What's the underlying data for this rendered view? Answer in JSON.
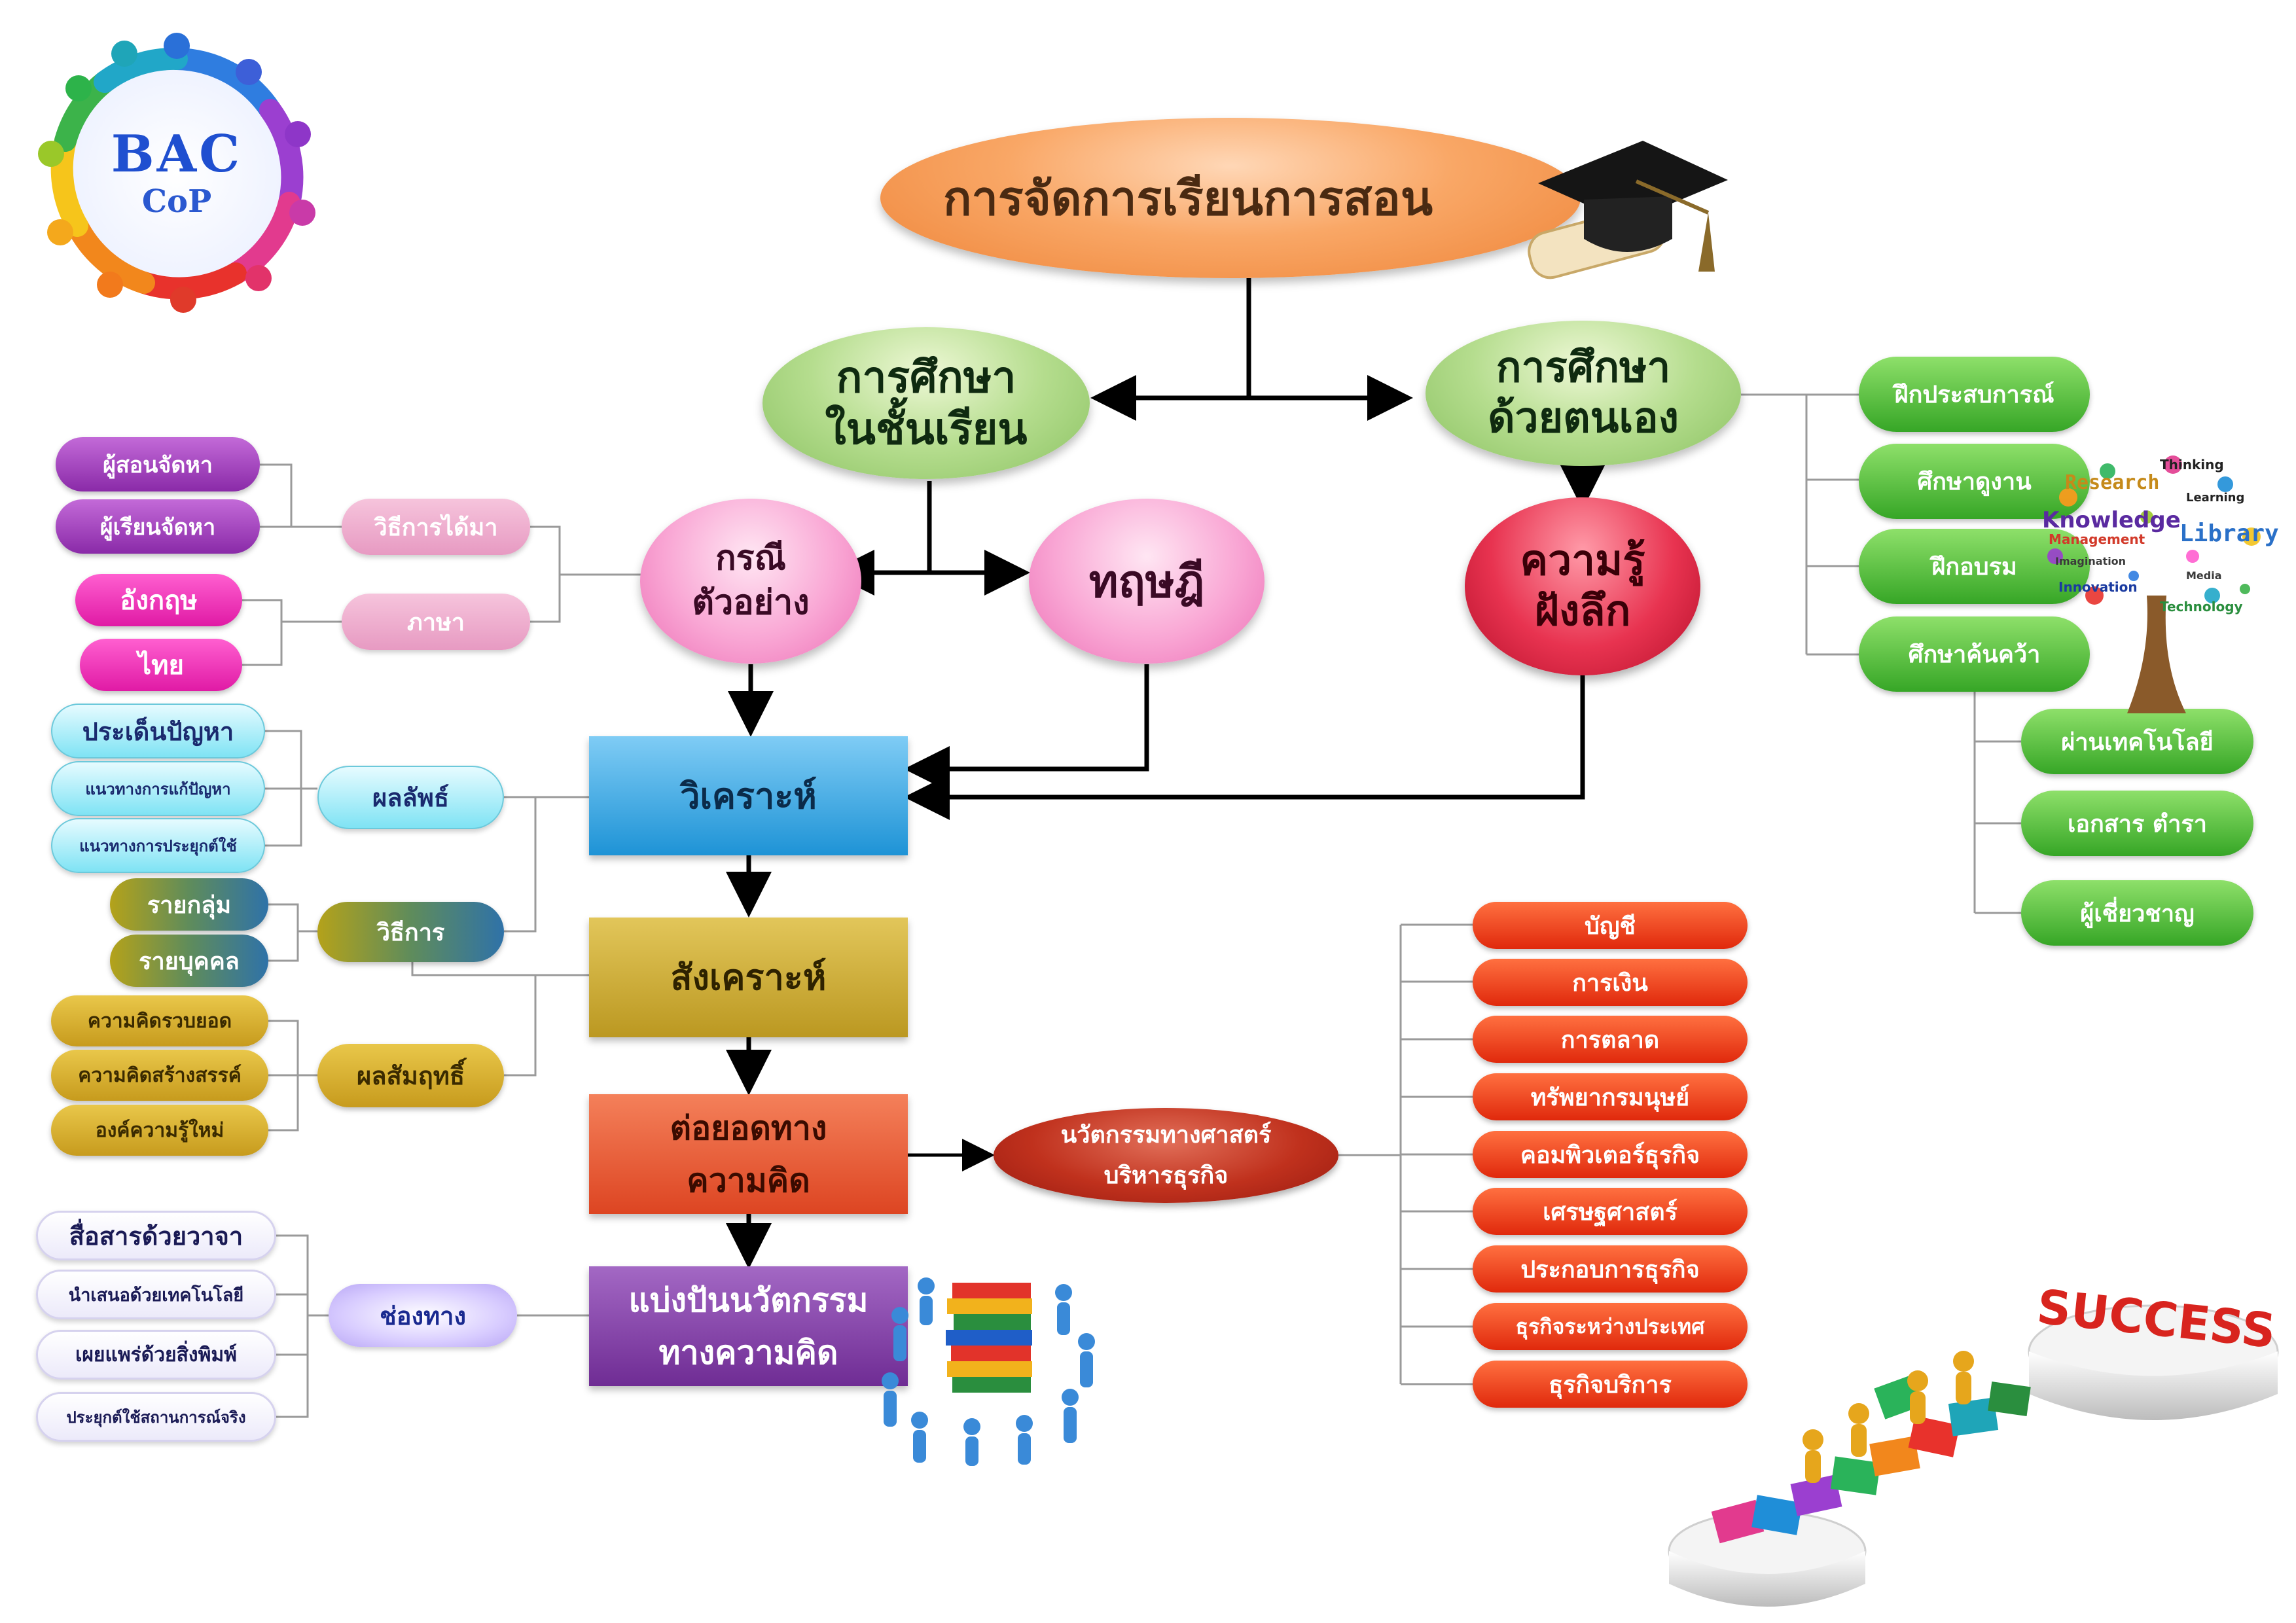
{
  "logo": {
    "line1": "BAC",
    "line2": "CoP"
  },
  "title": "การจัดการเรียนการสอน",
  "nodes": {
    "classroom": "การศึกษา\nในชั้นเรียน",
    "self_study": "การศึกษา\nด้วยตนเอง",
    "case_study": "กรณี\nตัวอย่าง",
    "theory": "ทฤษฎี",
    "deep_knowledge": "ความรู้\nฝังลึก",
    "analyze": "วิเคราะห์",
    "synthesize": "สังเคราะห์",
    "extend": "ต่อยอดทาง\nความคิด",
    "share": "แบ่งปันนวัตกรรม\nทางความคิด",
    "innovation": "นวัตกรรมทางศาสตร์\nบริหารธุรกิจ"
  },
  "case_left": {
    "acquisition": "วิธีการได้มา",
    "acquisition_items": [
      "ผู้สอนจัดหา",
      "ผู้เรียนจัดหา"
    ],
    "language": "ภาษา",
    "language_items": [
      "อังกฤษ",
      "ไทย"
    ]
  },
  "analyze_left": {
    "outcome": "ผลลัพธ์",
    "outcome_items": [
      "ประเด็นปัญหา",
      "แนวทางการแก้ปัญหา",
      "แนวทางการประยุกต์ใช้"
    ],
    "method": "วิธีการ",
    "method_items": [
      "รายกลุ่ม",
      "รายบุคคล"
    ]
  },
  "synth_left": {
    "achievement": "ผลสัมฤทธิ์",
    "achievement_items": [
      "ความคิดรวบยอด",
      "ความคิดสร้างสรรค์",
      "องค์ความรู้ใหม่"
    ]
  },
  "share_left": {
    "channel": "ช่องทาง",
    "channel_items": [
      "สื่อสารด้วยวาจา",
      "นำเสนอด้วยเทคโนโลยี",
      "เผยแพร่ด้วยสิ่งพิมพ์",
      "ประยุกต์ใช้สถานการณ์จริง"
    ]
  },
  "self_right": {
    "items": [
      "ฝึกประสบการณ์",
      "ศึกษาดูงาน",
      "ฝึกอบรม",
      "ศึกษาค้นคว้า"
    ],
    "research_items": [
      "ผ่านเทคโนโลยี",
      "เอกสาร ตำรา",
      "ผู้เชี่ยวชาญ"
    ]
  },
  "fields": [
    "บัญชี",
    "การเงิน",
    "การตลาด",
    "ทรัพยากรมนุษย์",
    "คอมพิวเตอร์ธุรกิจ",
    "เศรษฐศาสตร์",
    "ประกอบการธุรกิจ",
    "ธุรกิจระหว่างประเทศ",
    "ธุรกิจบริการ"
  ],
  "tree_words": [
    "Thinking",
    "Research",
    "Learning",
    "Knowledge",
    "Management",
    "Library",
    "Imagination",
    "Innovation",
    "Media",
    "Technology"
  ],
  "success_text": "SUCCESS",
  "colors": {
    "title_orange": "#f79a52",
    "classroom_green": "#9fcc7a",
    "pink_ellipse": "#f58fc8",
    "deep_red": "#d81e3c",
    "analyze_blue": "#2a9ee0",
    "synth_gold": "#c9a82c",
    "extend_orange": "#e4542a",
    "share_purple": "#7a3a9e",
    "innovation_red": "#c2261e"
  }
}
